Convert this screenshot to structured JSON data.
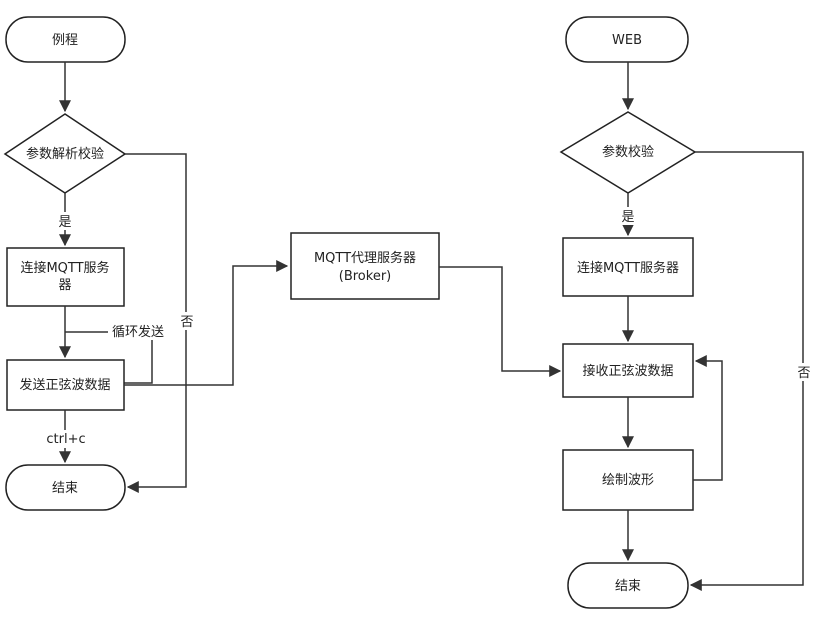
{
  "left_flow": {
    "start": "例程",
    "param_check": "参数解析校验",
    "yes_label": "是",
    "connect": "连接MQTT服务器",
    "loop_label": "循环发送",
    "send": "发送正弦波数据",
    "ctrlc_label": "ctrl+c",
    "no_label": "否",
    "end": "结束"
  },
  "broker": {
    "line1": "MQTT代理服务器",
    "line2": "(Broker)"
  },
  "right_flow": {
    "start": "WEB",
    "param_check": "参数校验",
    "yes_label": "是",
    "connect": "连接MQTT服务器",
    "receive": "接收正弦波数据",
    "draw": "绘制波形",
    "no_label": "否",
    "end": "结束"
  }
}
